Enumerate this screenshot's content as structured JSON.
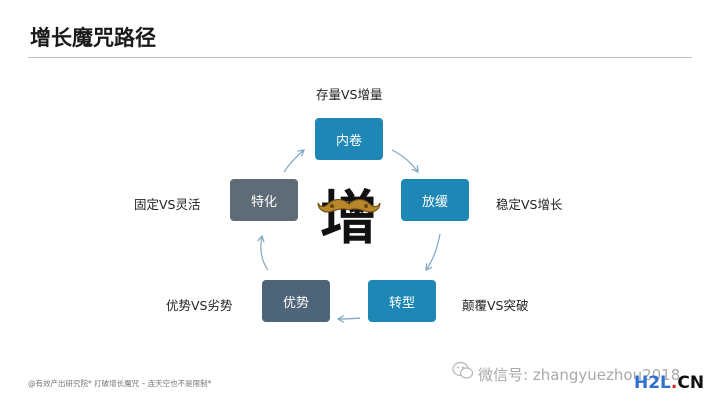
{
  "title": "增长魔咒路径",
  "center_char": "增",
  "nodes": [
    {
      "label": "内卷",
      "caption": "存量VS增量"
    },
    {
      "label": "放缓",
      "caption": "稳定VS增长"
    },
    {
      "label": "转型",
      "caption": "颠覆VS突破"
    },
    {
      "label": "优势",
      "caption": "优势VS劣势"
    },
    {
      "label": "特化",
      "caption": "固定VS灵活"
    }
  ],
  "footer": "@有效产出研究院* 打破增长魔咒 – 连天空也不是限制*",
  "watermark": "微信号: zhangyuezhou2018",
  "brand": {
    "h2l": "H2L",
    "dot": ".",
    "cn": "CN"
  },
  "colors": {
    "blue": "#1f87b6",
    "slate": "#4e6478",
    "gray": "#5f6b76",
    "arrow": "#7fa7c4"
  }
}
